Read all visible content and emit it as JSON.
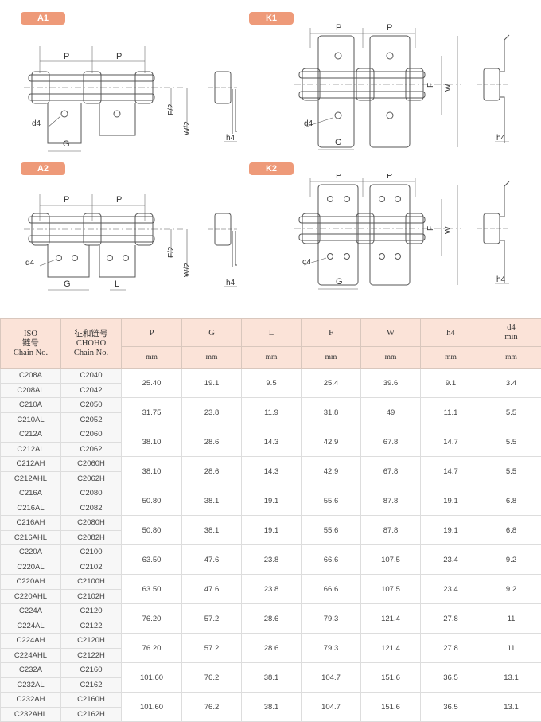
{
  "figures": {
    "a1": {
      "tag": "A1",
      "labels": {
        "p1": "P",
        "p2": "P",
        "d4": "d4",
        "g": "G",
        "f2": "F/2",
        "w2": "W/2",
        "h4": "h4"
      }
    },
    "k1": {
      "tag": "K1",
      "labels": {
        "p1": "P",
        "p2": "P",
        "d4": "d4",
        "g": "G",
        "f": "F",
        "w": "W",
        "h4": "h4"
      }
    },
    "a2": {
      "tag": "A2",
      "labels": {
        "p1": "P",
        "p2": "P",
        "d4": "d4",
        "g": "G",
        "l": "L",
        "f2": "F/2",
        "w2": "W/2",
        "h4": "h4"
      }
    },
    "k2": {
      "tag": "K2",
      "labels": {
        "p1": "P",
        "p2": "P",
        "d4": "d4",
        "g": "G",
        "f": "F",
        "w": "W",
        "h4": "h4"
      }
    }
  },
  "table": {
    "headers": {
      "iso": "ISO\n链号\nChain No.",
      "choho": "征和链号\nCHOHO\nChain No.",
      "p": "P",
      "g": "G",
      "l": "L",
      "f": "F",
      "w": "W",
      "h4": "h4",
      "d4": "d4\nmin"
    },
    "unit": "mm",
    "groups": [
      {
        "iso": [
          "C208A",
          "C208AL"
        ],
        "choho": [
          "C2040",
          "C2042"
        ],
        "p": "25.40",
        "g": "19.1",
        "l": "9.5",
        "f": "25.4",
        "w": "39.6",
        "h4": "9.1",
        "d4": "3.4"
      },
      {
        "iso": [
          "C210A",
          "C210AL"
        ],
        "choho": [
          "C2050",
          "C2052"
        ],
        "p": "31.75",
        "g": "23.8",
        "l": "11.9",
        "f": "31.8",
        "w": "49",
        "h4": "11.1",
        "d4": "5.5"
      },
      {
        "iso": [
          "C212A",
          "C212AL"
        ],
        "choho": [
          "C2060",
          "C2062"
        ],
        "p": "38.10",
        "g": "28.6",
        "l": "14.3",
        "f": "42.9",
        "w": "67.8",
        "h4": "14.7",
        "d4": "5.5"
      },
      {
        "iso": [
          "C212AH",
          "C212AHL"
        ],
        "choho": [
          "C2060H",
          "C2062H"
        ],
        "p": "38.10",
        "g": "28.6",
        "l": "14.3",
        "f": "42.9",
        "w": "67.8",
        "h4": "14.7",
        "d4": "5.5"
      },
      {
        "iso": [
          "C216A",
          "C216AL"
        ],
        "choho": [
          "C2080",
          "C2082"
        ],
        "p": "50.80",
        "g": "38.1",
        "l": "19.1",
        "f": "55.6",
        "w": "87.8",
        "h4": "19.1",
        "d4": "6.8"
      },
      {
        "iso": [
          "C216AH",
          "C216AHL"
        ],
        "choho": [
          "C2080H",
          "C2082H"
        ],
        "p": "50.80",
        "g": "38.1",
        "l": "19.1",
        "f": "55.6",
        "w": "87.8",
        "h4": "19.1",
        "d4": "6.8"
      },
      {
        "iso": [
          "C220A",
          "C220AL"
        ],
        "choho": [
          "C2100",
          "C2102"
        ],
        "p": "63.50",
        "g": "47.6",
        "l": "23.8",
        "f": "66.6",
        "w": "107.5",
        "h4": "23.4",
        "d4": "9.2"
      },
      {
        "iso": [
          "C220AH",
          "C220AHL"
        ],
        "choho": [
          "C2100H",
          "C2102H"
        ],
        "p": "63.50",
        "g": "47.6",
        "l": "23.8",
        "f": "66.6",
        "w": "107.5",
        "h4": "23.4",
        "d4": "9.2"
      },
      {
        "iso": [
          "C224A",
          "C224AL"
        ],
        "choho": [
          "C2120",
          "C2122"
        ],
        "p": "76.20",
        "g": "57.2",
        "l": "28.6",
        "f": "79.3",
        "w": "121.4",
        "h4": "27.8",
        "d4": "11"
      },
      {
        "iso": [
          "C224AH",
          "C224AHL"
        ],
        "choho": [
          "C2120H",
          "C2122H"
        ],
        "p": "76.20",
        "g": "57.2",
        "l": "28.6",
        "f": "79.3",
        "w": "121.4",
        "h4": "27.8",
        "d4": "11"
      },
      {
        "iso": [
          "C232A",
          "C232AL"
        ],
        "choho": [
          "C2160",
          "C2162"
        ],
        "p": "101.60",
        "g": "76.2",
        "l": "38.1",
        "f": "104.7",
        "w": "151.6",
        "h4": "36.5",
        "d4": "13.1"
      },
      {
        "iso": [
          "C232AH",
          "C232AHL"
        ],
        "choho": [
          "C2160H",
          "C2162H"
        ],
        "p": "101.60",
        "g": "76.2",
        "l": "38.1",
        "f": "104.7",
        "w": "151.6",
        "h4": "36.5",
        "d4": "13.1"
      }
    ]
  },
  "colors": {
    "tag_bg": "#ee9a79",
    "header_bg": "#fbe3d8",
    "model_bg": "#f7f7f7",
    "line": "#555555"
  }
}
